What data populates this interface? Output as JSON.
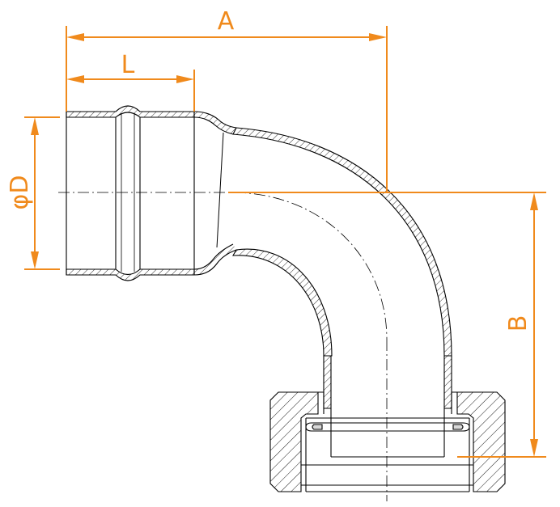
{
  "diagram": {
    "labels": {
      "overall_length": "A",
      "socket_depth": "L",
      "diameter": "φD",
      "height": "B"
    },
    "colors": {
      "dimension": "#f08a1c",
      "outline": "#000000",
      "background": "#ffffff"
    }
  }
}
